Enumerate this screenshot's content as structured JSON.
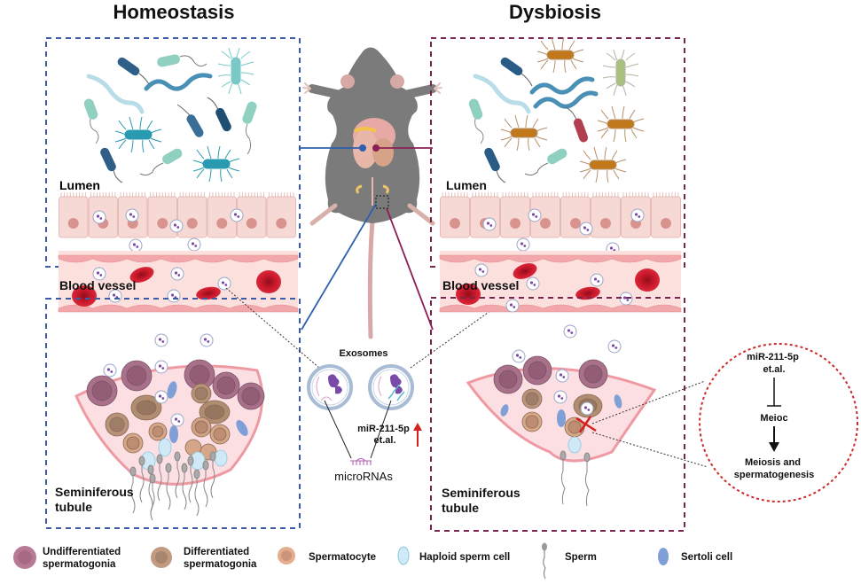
{
  "titles": {
    "left": "Homeostasis",
    "right": "Dysbiosis"
  },
  "left_panel": {
    "lumen_label": "Lumen",
    "blood_vessel_label": "Blood vessel",
    "tubule_label_line1": "Seminiferous",
    "tubule_label_line2": "tubule",
    "border_color": "#3d5aa8"
  },
  "right_panel": {
    "lumen_label": "Lumen",
    "blood_vessel_label": "Blood vessel",
    "tubule_label_line1": "Seminiferous",
    "tubule_label_line2": "tubule",
    "border_color": "#7a2450"
  },
  "center": {
    "exosomes_label": "Exosomes",
    "mirna_label_line1": "miR-211-5p",
    "mirna_label_line2": "et.al.",
    "microrna_label": "microRNAs",
    "increase_arrow_color": "#d42020"
  },
  "pathway": {
    "node1_line1": "miR-211-5p",
    "node1_line2": "et.al.",
    "node2": "Meioc",
    "node3_line1": "Meiosis and",
    "node3_line2": "spermatogenesis",
    "border_color": "#cc2a2a"
  },
  "legend": [
    {
      "icon": "undifferentiated-spermatogonia-icon",
      "line1": "Undifferentiated",
      "line2": "spermatogonia",
      "color": "#b07a92"
    },
    {
      "icon": "differentiated-spermatogonia-icon",
      "line1": "Differentiated",
      "line2": "spermatogonia",
      "color": "#b89176"
    },
    {
      "icon": "spermatocyte-icon",
      "line1": "Spermatocyte",
      "line2": "",
      "color": "#e1a88a"
    },
    {
      "icon": "haploid-sperm-cell-icon",
      "line1": "Haploid sperm cell",
      "line2": "",
      "color": "#bfe0f0"
    },
    {
      "icon": "sperm-icon",
      "line1": "Sperm",
      "line2": "",
      "color": "#888888"
    },
    {
      "icon": "sertoli-cell-icon",
      "line1": "Sertoli cell",
      "line2": "",
      "color": "#7f9fd6"
    }
  ],
  "colors": {
    "homeostasis_line": "#2f5fae",
    "dysbiosis_line": "#8b1f55",
    "epithelium": "#f6d8d4",
    "nucleus": "#d9938e",
    "rbc": "#c8182a",
    "mouse": "#7b7b7b"
  }
}
